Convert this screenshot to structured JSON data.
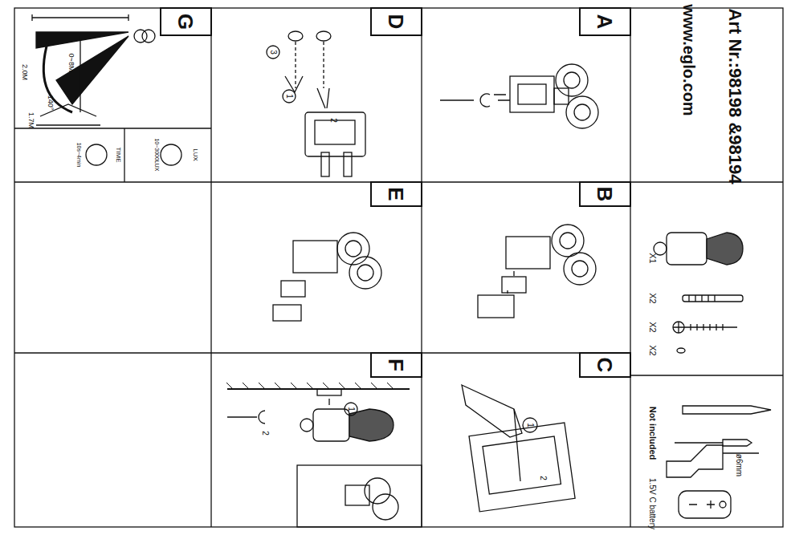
{
  "diagram": {
    "title": "Art Nr.:98198 &98194",
    "labels": [
      "www.eglo.com",
      "A",
      "B",
      "C",
      "D",
      "E",
      "F",
      "G",
      "X1",
      "X2",
      "X2",
      "X2",
      "Not included",
      "ø6mm",
      "1.5V C battery",
      "2.0M",
      "0~8M",
      "140°",
      "1.7M",
      "LUX",
      "10~3000LUX",
      "TIME",
      "10s~4min",
      "1",
      "2",
      "3",
      "1",
      "2",
      "1",
      "2"
    ]
  }
}
